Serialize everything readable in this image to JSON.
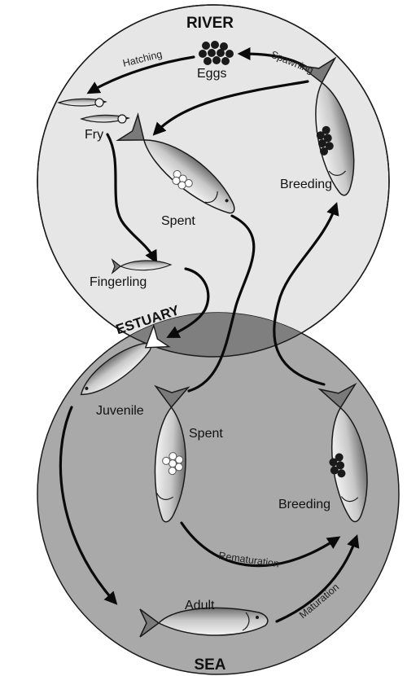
{
  "zones": {
    "river": "RIVER",
    "estuary": "ESTUARY",
    "sea": "SEA"
  },
  "stages": {
    "eggs": "Eggs",
    "fry": "Fry",
    "fingerling": "Fingerling",
    "juvenile": "Juvenile",
    "adult": "Adult",
    "sea_spent": "Spent",
    "sea_breeding": "Breeding",
    "river_spent": "Spent",
    "river_breeding": "Breeding"
  },
  "processes": {
    "hatching": "Hatching",
    "spawning": "Spawning",
    "rematuration": "Rematuration",
    "maturation": "Maturation"
  },
  "colors": {
    "river_fill": "#e6e6e6",
    "sea_fill": "#a9a9a9",
    "estuary_fill": "#7f7f7f",
    "outline": "#1a1a1a",
    "roe": "#1a1a1a"
  }
}
